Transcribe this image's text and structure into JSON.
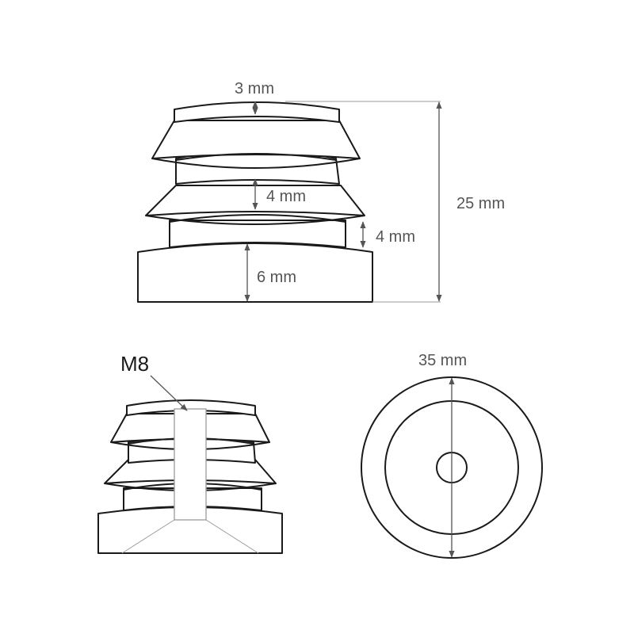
{
  "dimensions": {
    "top_lip": "3 mm",
    "middle_ring": "4 mm",
    "neck": "4 mm",
    "base": "6 mm",
    "total_height": "25 mm",
    "diameter": "35 mm"
  },
  "thread": {
    "label": "M8"
  },
  "colors": {
    "line": "#1a1a1a",
    "dimension": "#555555",
    "extension": "#9a9a9a"
  }
}
